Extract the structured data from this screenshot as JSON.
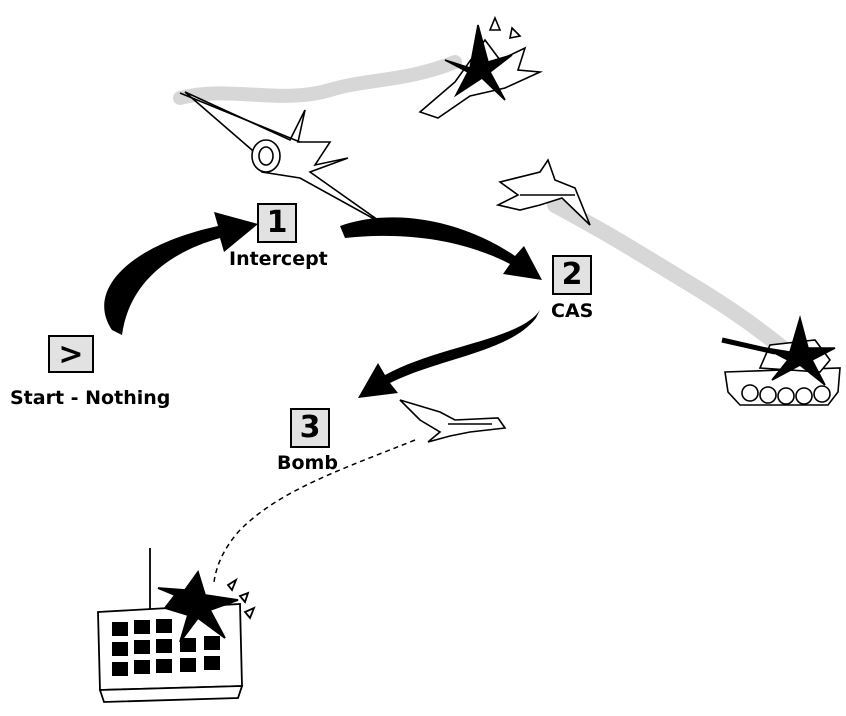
{
  "start": {
    "box_symbol": ">",
    "label": "Start - Nothing"
  },
  "steps": [
    {
      "number": "1",
      "label": "Intercept"
    },
    {
      "number": "2",
      "label": "CAS"
    },
    {
      "number": "3",
      "label": "Bomb"
    }
  ],
  "colors": {
    "ink": "#000000",
    "box_fill": "#e2e2e2",
    "smoke": "#d7d7d7"
  }
}
